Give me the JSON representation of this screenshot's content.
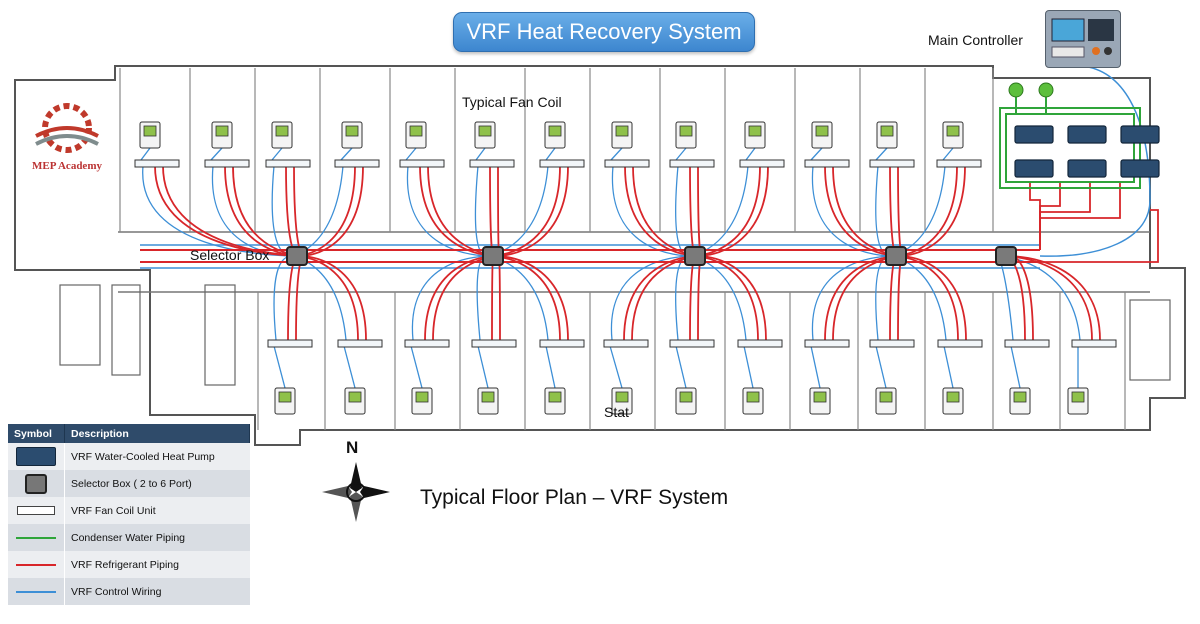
{
  "title": "VRF Heat Recovery System",
  "labels": {
    "main_controller": "Main Controller",
    "typical_fan_coil": "Typical Fan Coil",
    "selector_box": "Selector Box",
    "stat": "Stat",
    "floor_plan_title": "Typical Floor Plan – VRF System",
    "compass_north": "N",
    "logo_text": "MEP Academy"
  },
  "legend": {
    "header_symbol": "Symbol",
    "header_description": "Description",
    "rows": [
      {
        "symbol": "heat-pump-icon",
        "description": "VRF Water-Cooled Heat Pump"
      },
      {
        "symbol": "selector-box-icon",
        "description": "Selector Box ( 2 to 6 Port)"
      },
      {
        "symbol": "fan-coil-icon",
        "description": "VRF Fan Coil Unit"
      },
      {
        "symbol": "green-line",
        "description": "Condenser Water Piping"
      },
      {
        "symbol": "red-line",
        "description": "VRF Refrigerant Piping"
      },
      {
        "symbol": "blue-line",
        "description": "VRF Control Wiring"
      }
    ]
  },
  "colors": {
    "condenser_water": "#2fa53a",
    "refrigerant": "#d8262a",
    "control_wiring": "#3d8fd6",
    "heat_pump": "#2b4c6f",
    "title_pill": "#4a93d9",
    "legend_header": "#2f4b6a"
  }
}
